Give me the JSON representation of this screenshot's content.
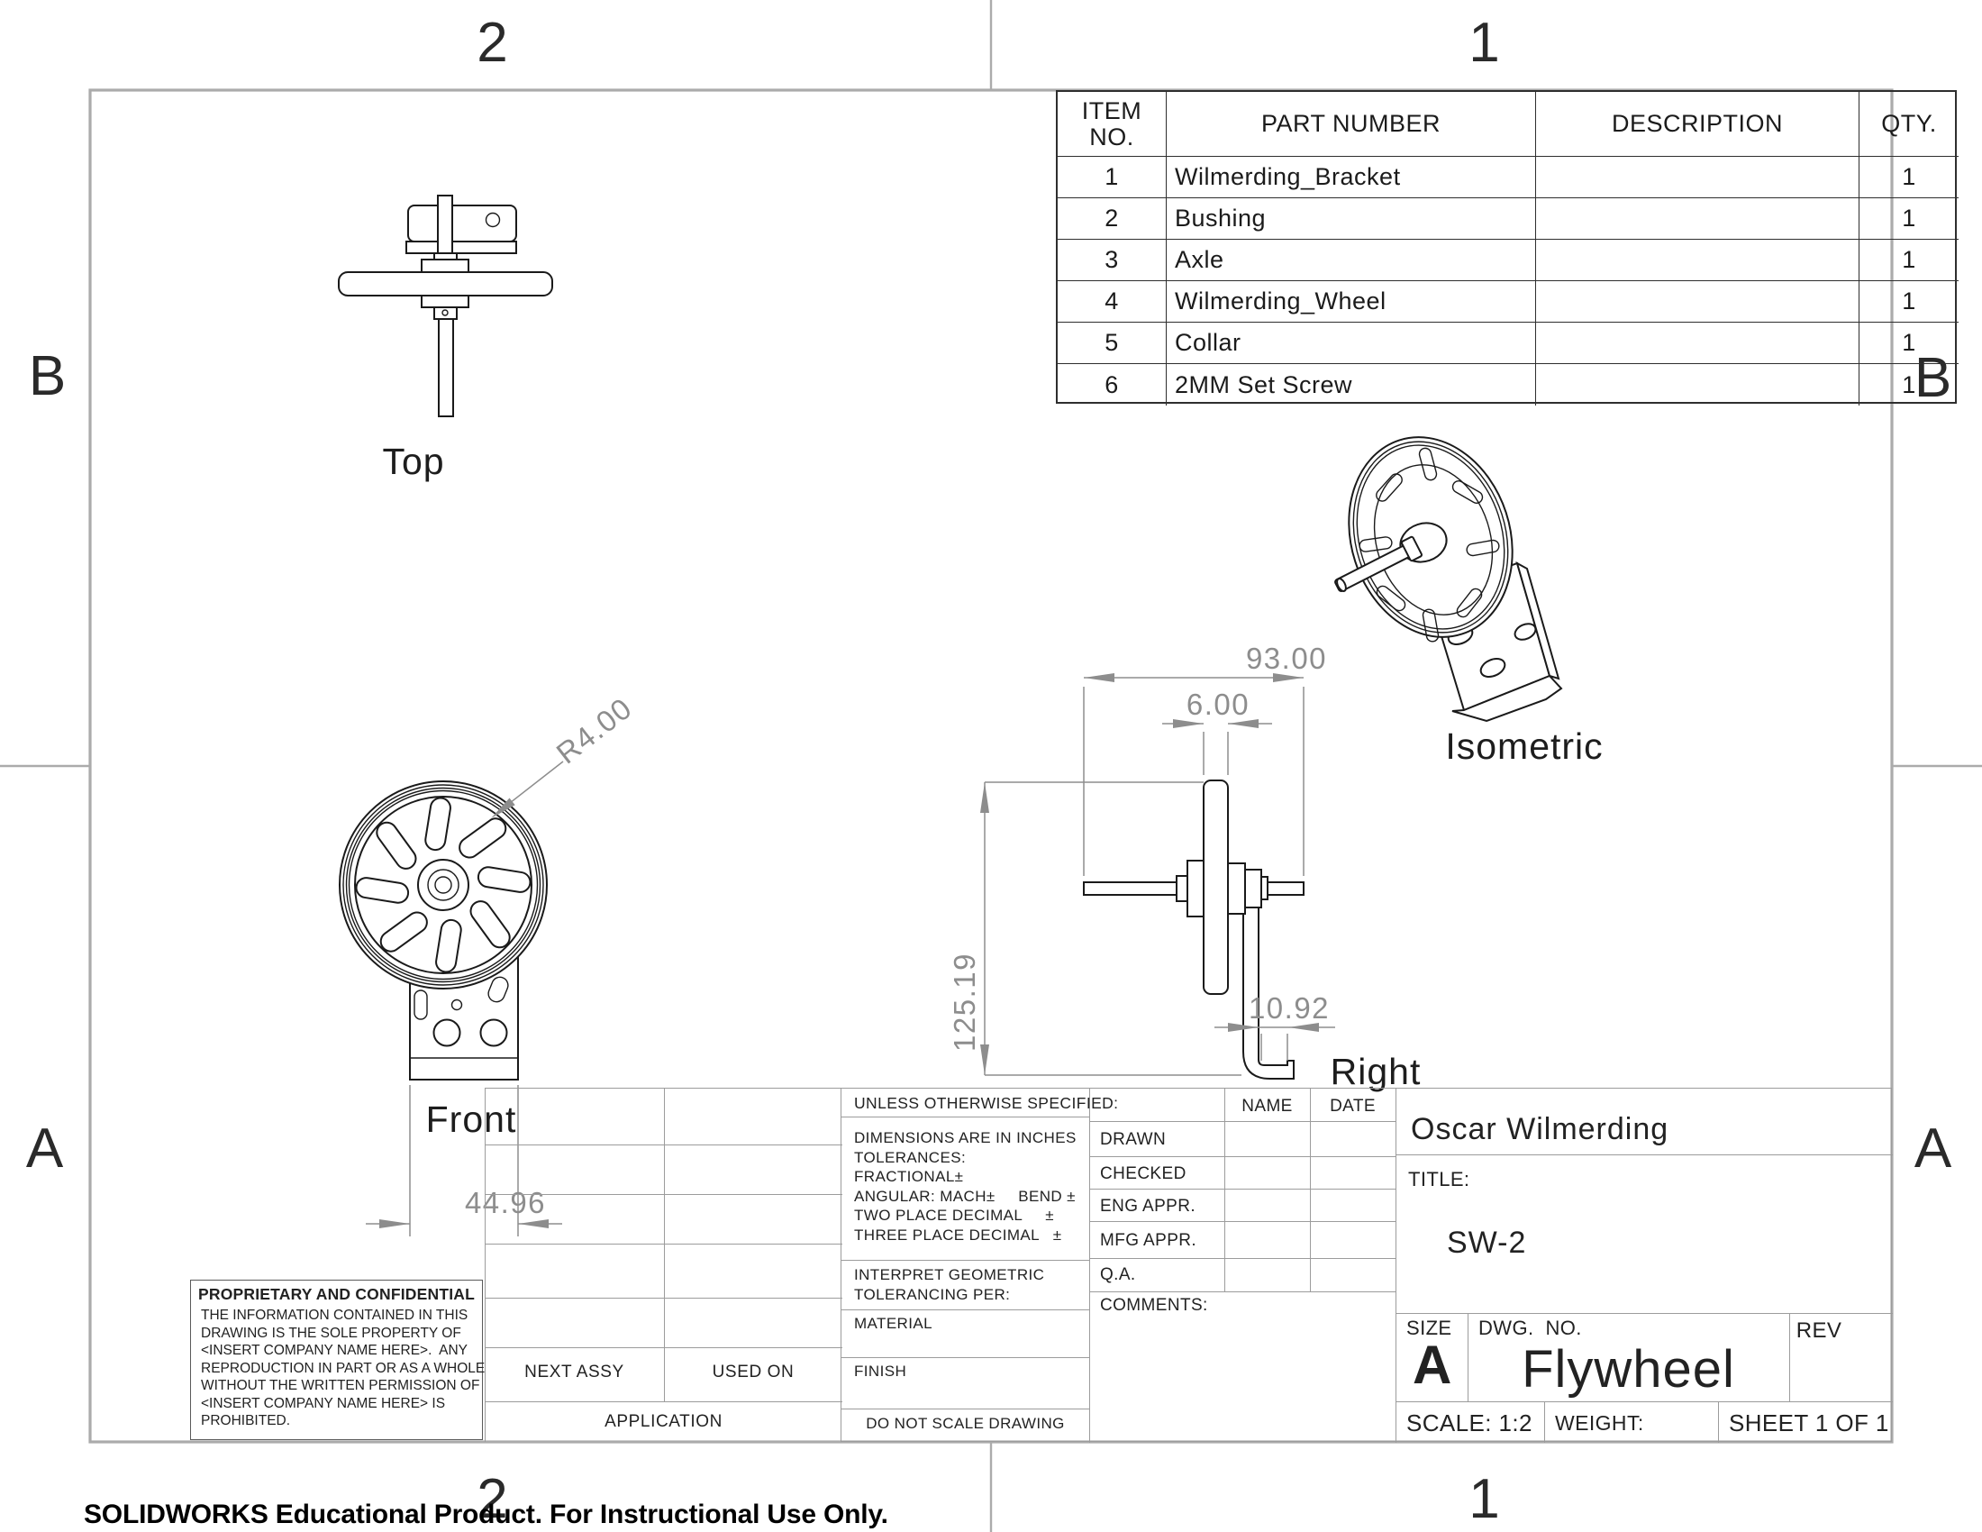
{
  "sheet": {
    "zone_cols": [
      "2",
      "1"
    ],
    "zone_rows": [
      "B",
      "A"
    ],
    "footer": "SOLIDWORKS Educational Product. For Instructional Use Only."
  },
  "bom": {
    "headers": {
      "item": "ITEM NO.",
      "part": "PART NUMBER",
      "desc": "DESCRIPTION",
      "qty": "QTY."
    },
    "rows": [
      {
        "item": "1",
        "part": "Wilmerding_Bracket",
        "desc": "",
        "qty": "1"
      },
      {
        "item": "2",
        "part": "Bushing",
        "desc": "",
        "qty": "1"
      },
      {
        "item": "3",
        "part": "Axle",
        "desc": "",
        "qty": "1"
      },
      {
        "item": "4",
        "part": "Wilmerding_Wheel",
        "desc": "",
        "qty": "1"
      },
      {
        "item": "5",
        "part": "Collar",
        "desc": "",
        "qty": "1"
      },
      {
        "item": "6",
        "part": "2MM Set Screw",
        "desc": "",
        "qty": "1"
      }
    ]
  },
  "views": {
    "top": "Top",
    "front": "Front",
    "right": "Right",
    "isometric": "Isometric"
  },
  "dimensions": {
    "wheel_radius": "R4.00",
    "assembly_width": "93.00",
    "wheel_thickness": "6.00",
    "assembly_height": "125.19",
    "bracket_offset": "10.92",
    "bracket_width": "44.96"
  },
  "title_block": {
    "author": "Oscar Wilmerding",
    "title_label": "TITLE:",
    "title_value": "SW-2",
    "size_label": "SIZE",
    "size_value": "A",
    "dwg_label": "DWG.  NO.",
    "dwg_value": "Flywheel",
    "rev_label": "REV",
    "scale": "SCALE: 1:2",
    "weight": "WEIGHT:",
    "sheet_no": "SHEET 1 OF 1"
  },
  "tolerance_block": {
    "header": "UNLESS OTHERWISE SPECIFIED:",
    "lines": "DIMENSIONS ARE IN INCHES\nTOLERANCES:\nFRACTIONAL±\nANGULAR: MACH±     BEND ±\nTWO PLACE DECIMAL     ±\nTHREE PLACE DECIMAL   ±",
    "interpret": "INTERPRET GEOMETRIC\nTOLERANCING PER:",
    "material": "MATERIAL",
    "finish": "FINISH",
    "do_not_scale": "DO NOT SCALE DRAWING"
  },
  "approvals": {
    "name_header": "NAME",
    "date_header": "DATE",
    "drawn": "DRAWN",
    "checked": "CHECKED",
    "eng": "ENG APPR.",
    "mfg": "MFG APPR.",
    "qa": "Q.A.",
    "comments": "COMMENTS:"
  },
  "application": {
    "next_assy": "NEXT ASSY",
    "used_on": "USED ON",
    "application": "APPLICATION"
  },
  "proprietary": {
    "title": "PROPRIETARY AND CONFIDENTIAL",
    "body": "THE INFORMATION CONTAINED IN THIS\nDRAWING IS THE SOLE PROPERTY OF\n<INSERT COMPANY NAME HERE>.  ANY\nREPRODUCTION IN PART OR AS A WHOLE\nWITHOUT THE WRITTEN PERMISSION OF\n<INSERT COMPANY NAME HERE> IS\nPROHIBITED."
  }
}
